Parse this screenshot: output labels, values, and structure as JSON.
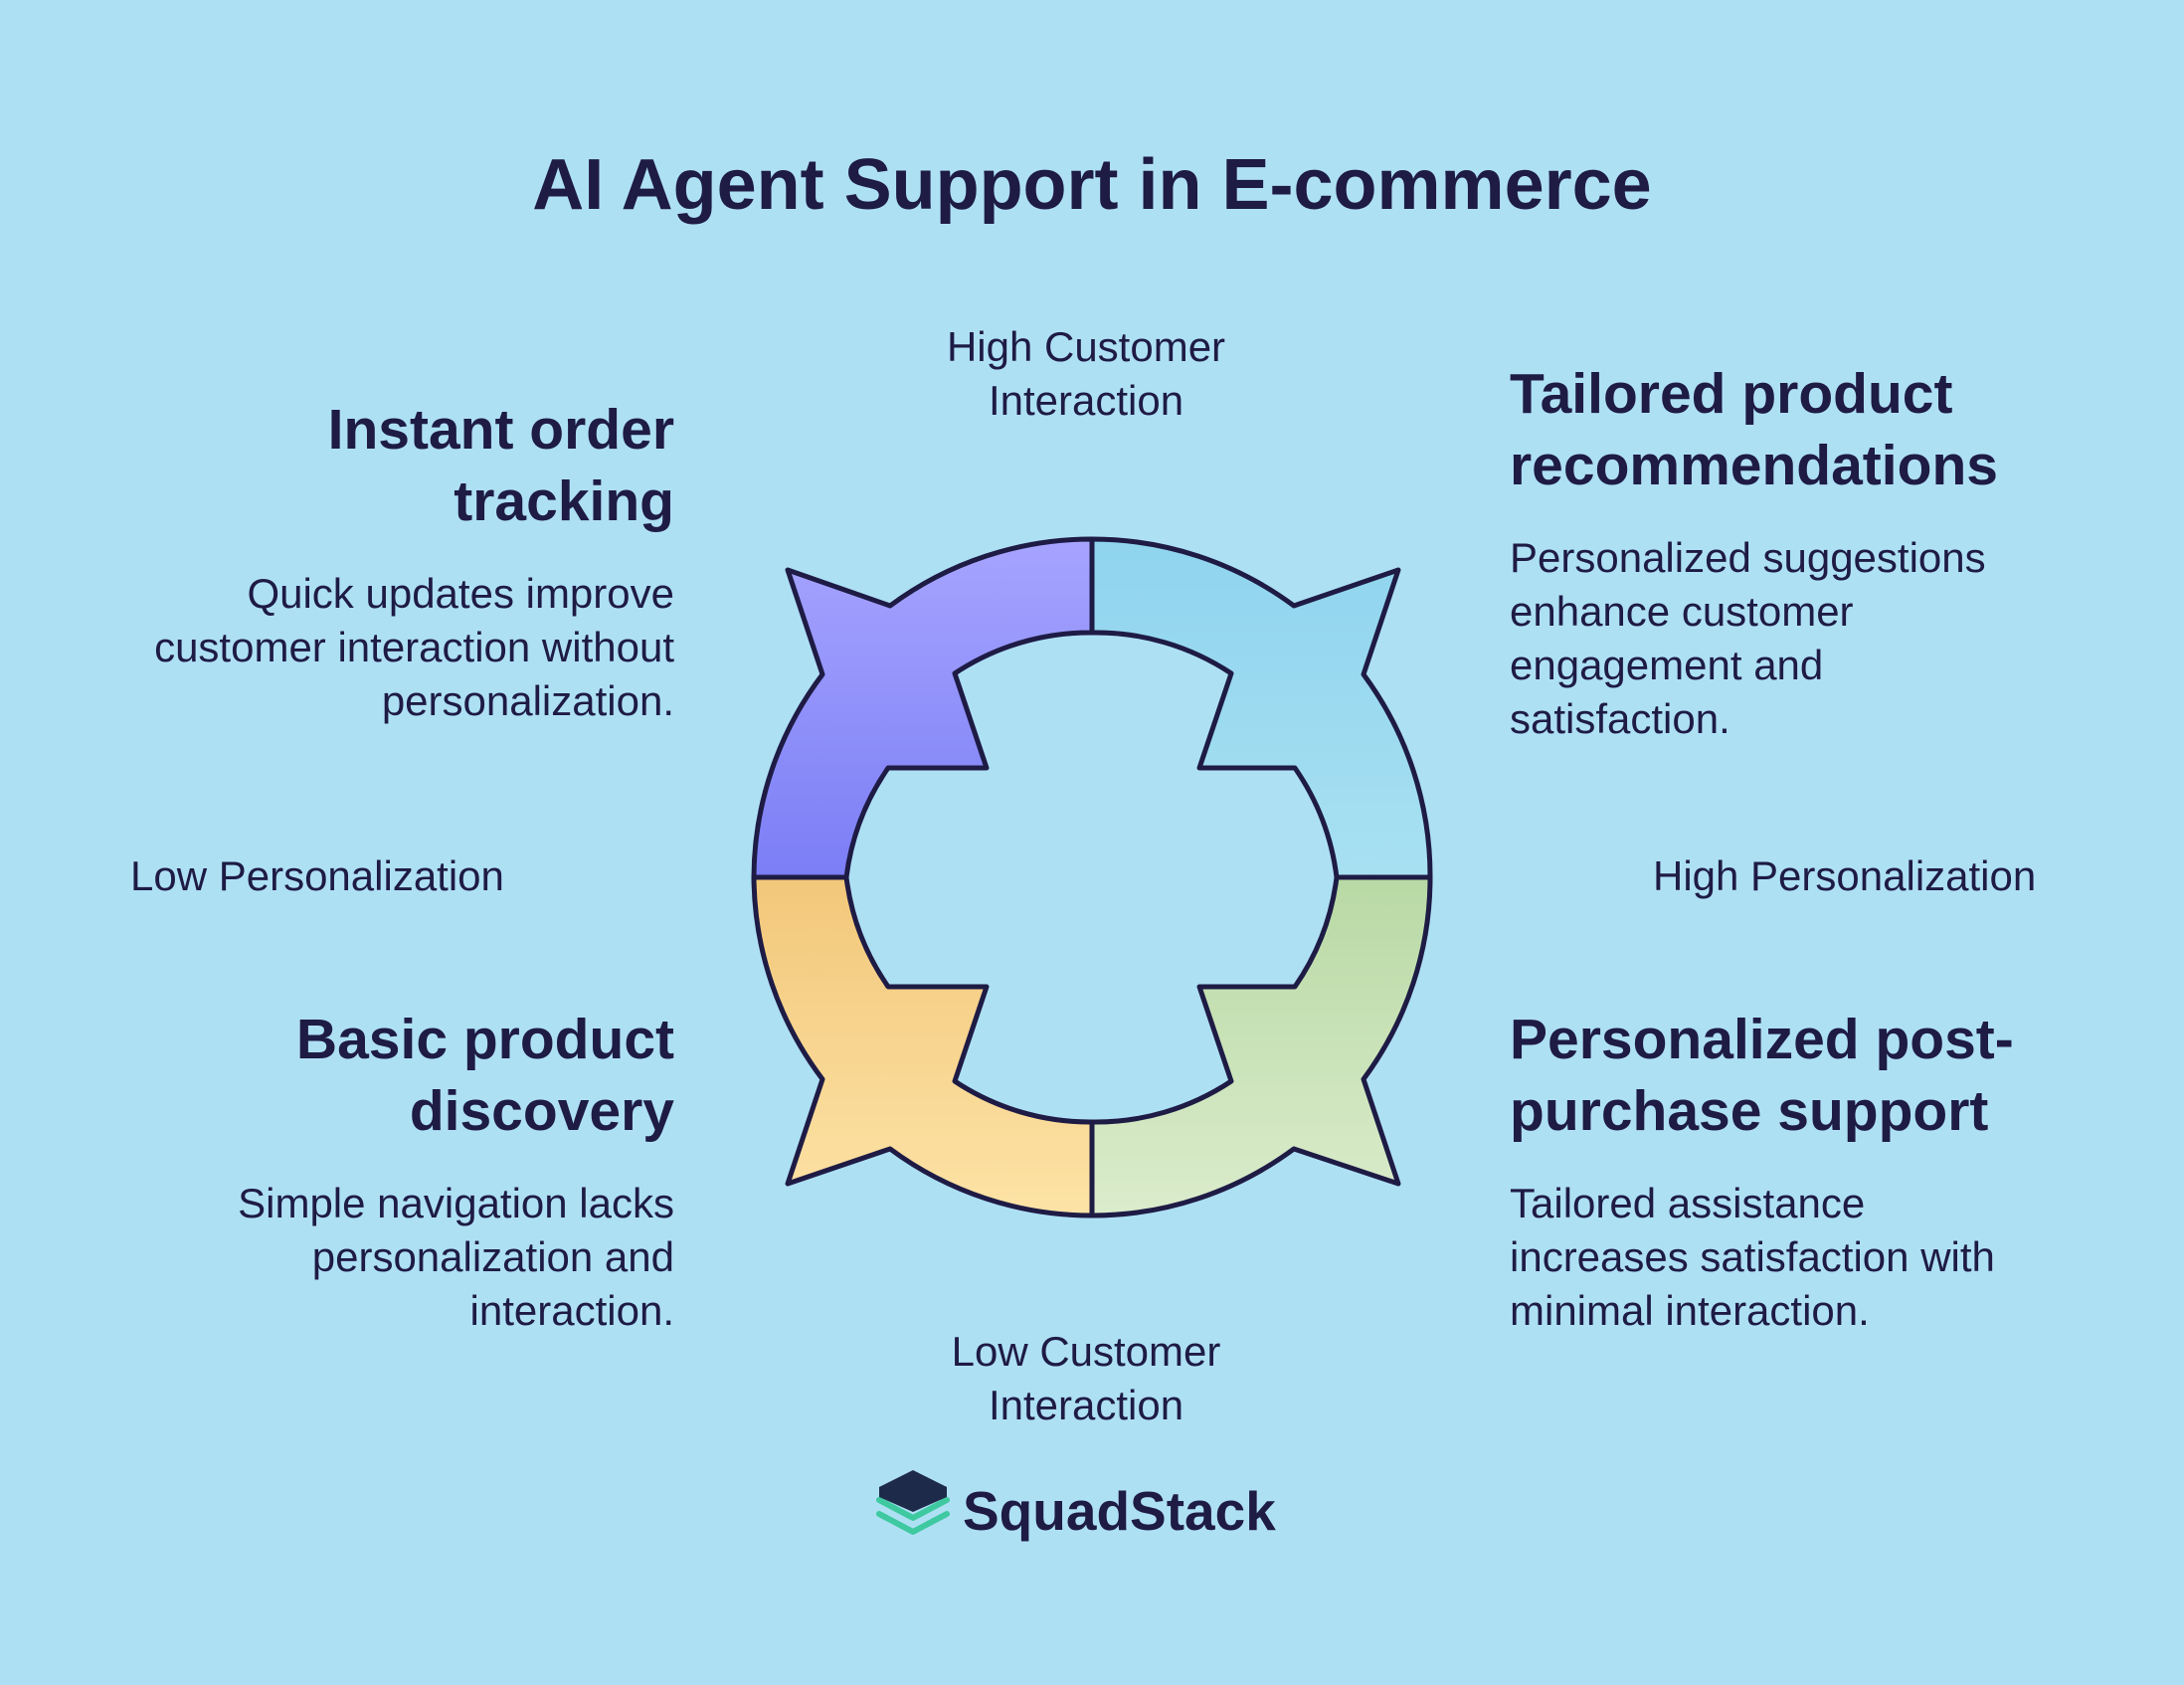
{
  "title": "AI Agent Support in E-commerce",
  "axes": {
    "top": [
      "High Customer",
      "Interaction"
    ],
    "bottom": [
      "Low Customer",
      "Interaction"
    ],
    "left": "Low Personalization",
    "right": "High Personalization"
  },
  "quadrants": {
    "top_left": {
      "heading": [
        "Instant order",
        "tracking"
      ],
      "description": [
        "Quick updates improve",
        "customer interaction without",
        "personalization."
      ],
      "color_from": "#a6a4ff",
      "color_to": "#7b7ef5"
    },
    "top_right": {
      "heading": [
        "Tailored product",
        "recommendations"
      ],
      "description": [
        "Personalized suggestions",
        "enhance customer",
        "engagement and",
        "satisfaction."
      ],
      "color_from": "#8fd4ee",
      "color_to": "#a8e0f2"
    },
    "bottom_left": {
      "heading": [
        "Basic product",
        "discovery"
      ],
      "description": [
        "Simple navigation lacks",
        "personalization and",
        "interaction."
      ],
      "color_from": "#f2c77a",
      "color_to": "#fde3a6"
    },
    "bottom_right": {
      "heading": [
        "Personalized post-",
        "purchase support"
      ],
      "description": [
        "Tailored assistance",
        "increases satisfaction with",
        "minimal interaction."
      ],
      "color_from": "#b8d9a4",
      "color_to": "#dbeccc"
    }
  },
  "brand": {
    "name": "SquadStack",
    "icon": "stacked-layers-logo"
  },
  "colors": {
    "background": "#aee0f4",
    "text": "#1e1b45",
    "outline": "#1e1b45"
  }
}
